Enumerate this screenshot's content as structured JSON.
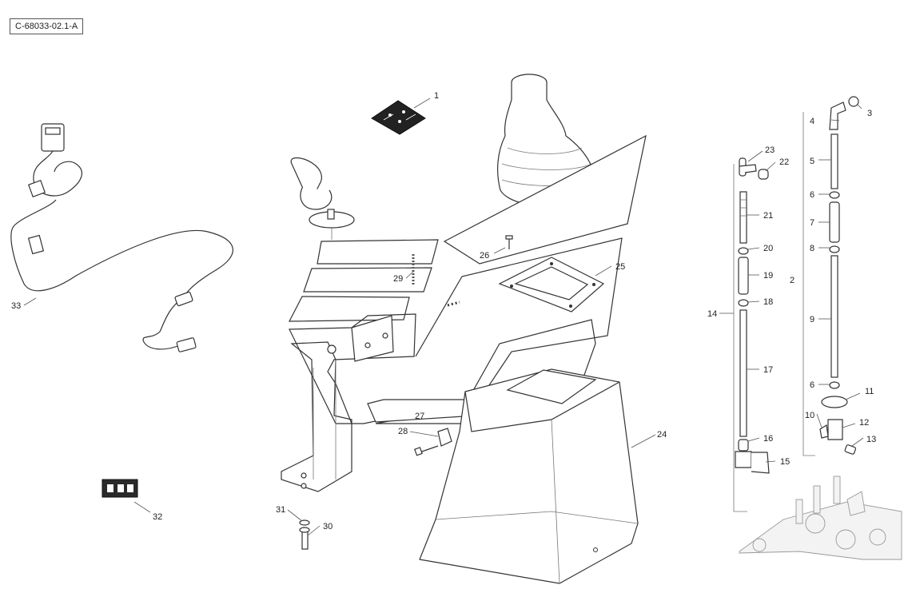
{
  "ref_code": "C-68033-02.1-A",
  "labels": {
    "p1": "1",
    "p2": "2",
    "p3": "3",
    "p4": "4",
    "p5": "5",
    "p6a": "6",
    "p6b": "6",
    "p7": "7",
    "p8": "8",
    "p9": "9",
    "p10": "10",
    "p11": "11",
    "p12": "12",
    "p13": "13",
    "p14": "14",
    "p15": "15",
    "p16": "16",
    "p17": "17",
    "p18": "18",
    "p19": "19",
    "p20": "20",
    "p21": "21",
    "p22": "22",
    "p23": "23",
    "p24": "24",
    "p25": "25",
    "p26": "26",
    "p27": "27",
    "p28": "28",
    "p29": "29",
    "p30": "30",
    "p31": "31",
    "p32": "32",
    "p33": "33"
  }
}
